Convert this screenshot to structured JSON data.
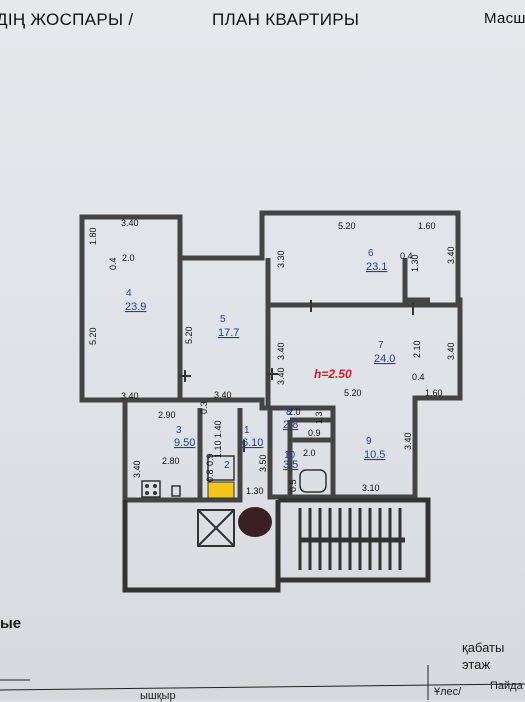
{
  "header": {
    "left": "ДІҢ ЖОСПАРЫ /",
    "middle": "ПЛАН КВАРТИРЫ",
    "right": "Масш"
  },
  "plan": {
    "ceiling_height": "h=2.50",
    "rooms": [
      {
        "num": "4",
        "area": "23.9"
      },
      {
        "num": "5",
        "area": "17.7"
      },
      {
        "num": "6",
        "area": "23.1"
      },
      {
        "num": "7",
        "area": "24.0"
      },
      {
        "num": "3",
        "area": "9.50"
      },
      {
        "num": "1",
        "area": "6.10"
      },
      {
        "num": "2",
        "area": ""
      },
      {
        "num": "8",
        "area": "2.8"
      },
      {
        "num": "10",
        "area": "3.5"
      },
      {
        "num": "9",
        "area": "10.5"
      }
    ],
    "dims": {
      "d1": "3.40",
      "d2": "1.80",
      "d3": "2.0",
      "d4": "0.4",
      "d5": "5.20",
      "d6": "3.40",
      "d7": "5.20",
      "d8": "3.40",
      "d9": "3.40",
      "d10": "5.20",
      "d11": "1.60",
      "d12": "3.30",
      "d13": "0.4",
      "d14": "1.30",
      "d15": "3.40",
      "d16": "3.40",
      "d17": "2.10",
      "d18": "0.4",
      "d19": "3.40",
      "d20": "5.20",
      "d21": "1.60",
      "d22": "2.90",
      "d23": "0.3",
      "d24": "2.80",
      "d25": "3.40",
      "d26": "1.40",
      "d27": "1.10",
      "d28": "0.9",
      "d29": "0.8",
      "d30": "3.50",
      "d31": "1.30",
      "d32": "2.0",
      "d33": "1.3",
      "d34": "0.9",
      "d35": "2.0",
      "d36": "0.5",
      "d37": "3.40",
      "d38": "3.10"
    }
  },
  "footer": {
    "left": "ые",
    "kabaty": "қабаты",
    "etaj": "этаж",
    "cell1": "ышқыр",
    "cell2": "Ұлес/",
    "cell3": "Пайда"
  }
}
